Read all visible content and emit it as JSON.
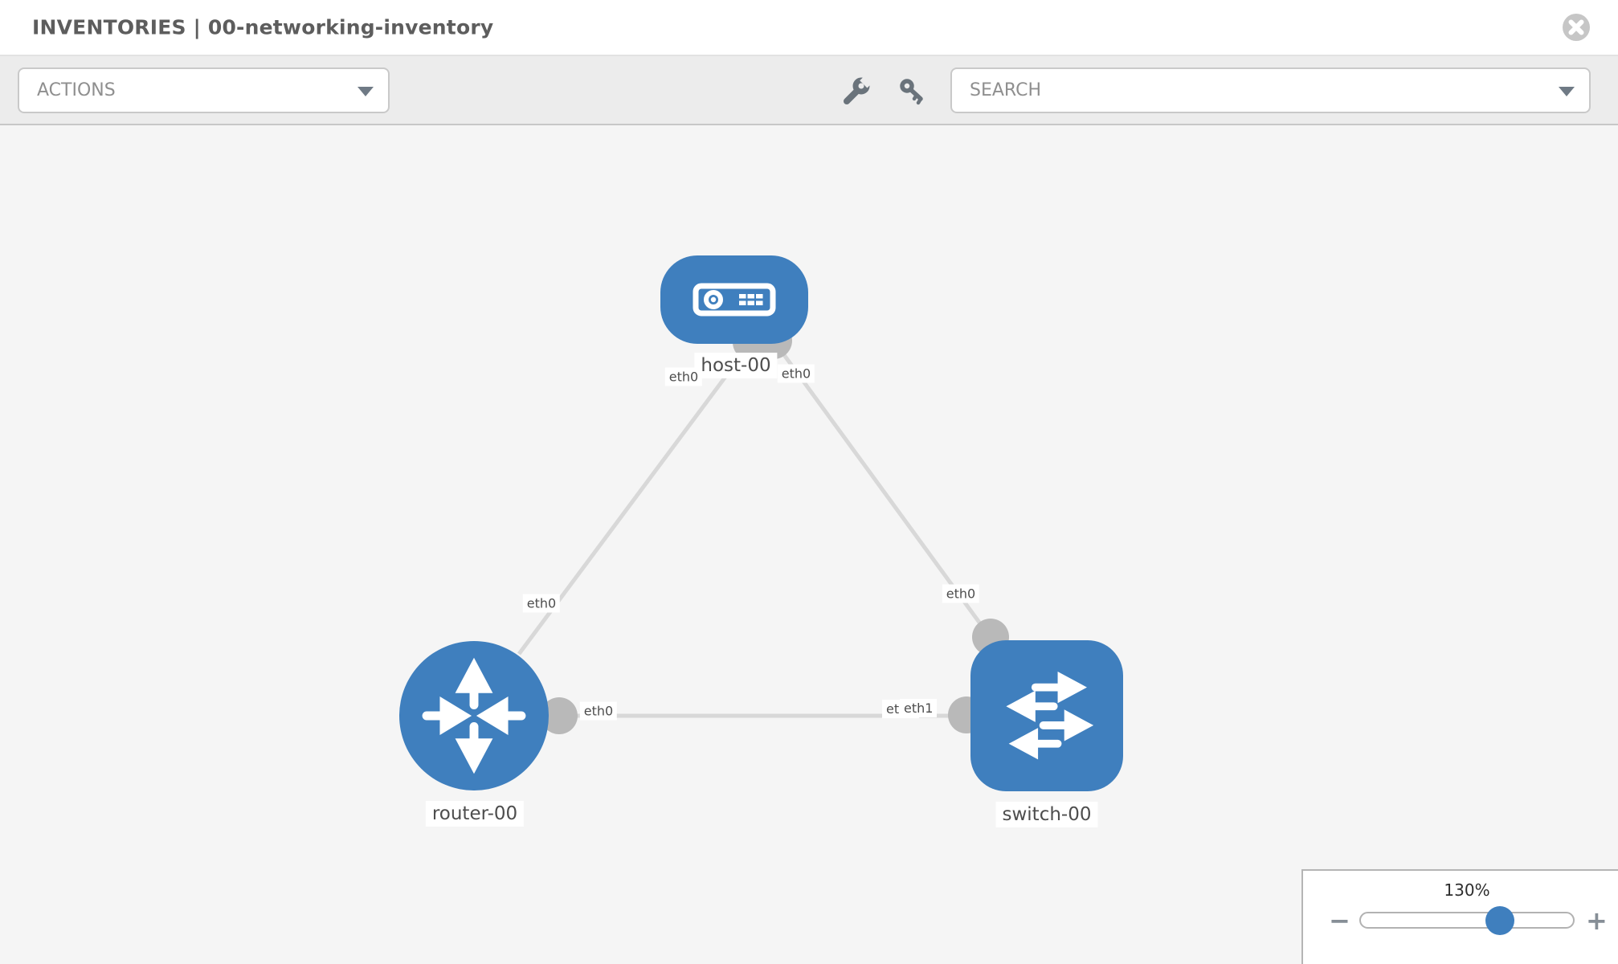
{
  "header": {
    "title": "INVENTORIES | 00-networking-inventory"
  },
  "toolbar": {
    "actions": {
      "placeholder": "ACTIONS"
    },
    "search": {
      "placeholder": "SEARCH"
    },
    "tools": [
      {
        "icon": "wrench-icon"
      },
      {
        "icon": "key-icon"
      }
    ]
  },
  "topology": {
    "nodes": [
      {
        "name": "host-00",
        "type": "host",
        "icon": "host-icon"
      },
      {
        "name": "router-00",
        "type": "router",
        "icon": "router-icon"
      },
      {
        "name": "switch-00",
        "type": "switch",
        "icon": "switch-icon"
      }
    ],
    "links": [
      {
        "from": "host-00",
        "from_interface": "eth0",
        "to": "router-00",
        "to_interface": "eth0"
      },
      {
        "from": "host-00",
        "from_interface": "eth0",
        "to": "switch-00",
        "to_interface": "eth0"
      },
      {
        "from": "router-00",
        "from_interface": "eth0",
        "to": "switch-00",
        "to_interface": "eth1"
      }
    ],
    "interface_labels": {
      "host_left": "eth0",
      "host_right": "eth0",
      "router_top": "eth0",
      "router_right": "eth0",
      "switch_top": "eth0",
      "switch_left_back": "eth0",
      "switch_left_front": "eth1"
    }
  },
  "zoom": {
    "level": "130%",
    "minus": "−",
    "plus": "+"
  },
  "colors": {
    "node_blue": "#3f7fbe",
    "link_gray": "#d8d8d8",
    "interface_gray": "#b9b9b9"
  }
}
